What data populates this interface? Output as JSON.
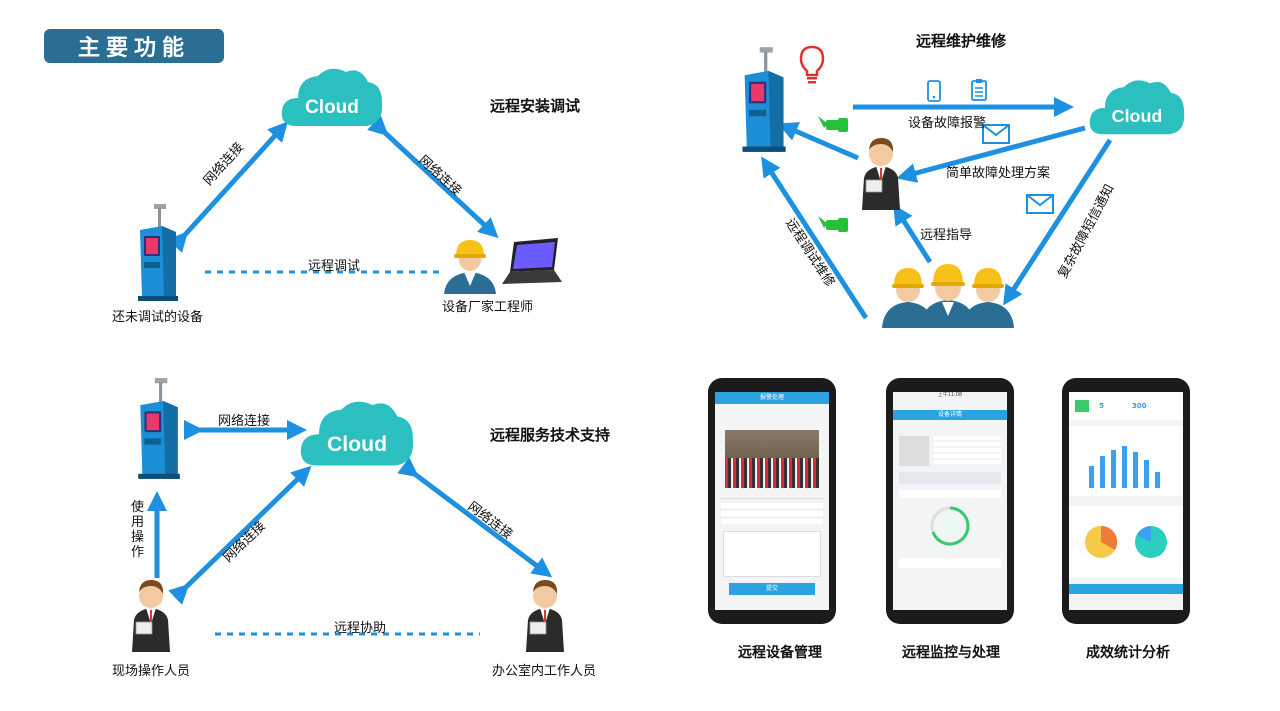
{
  "header": {
    "title": "主要功能"
  },
  "sections": {
    "remote_install": {
      "title": "远程安装调试",
      "cloud_label": "Cloud",
      "left_link": "网络连接",
      "right_link": "网络连接",
      "debug_link": "远程调试",
      "device_label": "还未调试的设备",
      "engineer_label": "设备厂家工程师"
    },
    "remote_maintenance": {
      "title": "远程维护维修",
      "cloud_label": "Cloud",
      "fault_alarm": "设备故障报警",
      "simple_plan": "简单故障处理方案",
      "remote_guide": "远程指导",
      "remote_debug_repair": "远程调试维修",
      "complex_notice": "复杂故障短信通知"
    },
    "remote_service": {
      "title": "远程服务技术支持",
      "cloud_label": "Cloud",
      "network_top": "网络连接",
      "network_left": "网络连接",
      "network_right": "网络连接",
      "use_operate": "使用操作",
      "assist": "远程协助",
      "onsite_label": "现场操作人员",
      "office_label": "办公室内工作人员"
    }
  },
  "phones": [
    {
      "caption": "远程设备管理",
      "header": "报警处理",
      "submit": "提交"
    },
    {
      "caption": "远程监控与处理",
      "header": "设备详情",
      "time": "上午11:08"
    },
    {
      "caption": "成效统计分析",
      "stat1": "5",
      "stat2": "300"
    }
  ],
  "colors": {
    "arrow": "#1e90e0",
    "cloud": "#2bbfc0",
    "badge": "#2a6f93",
    "kiosk": "#1c8fd6",
    "helmet": "#f6c21a"
  }
}
